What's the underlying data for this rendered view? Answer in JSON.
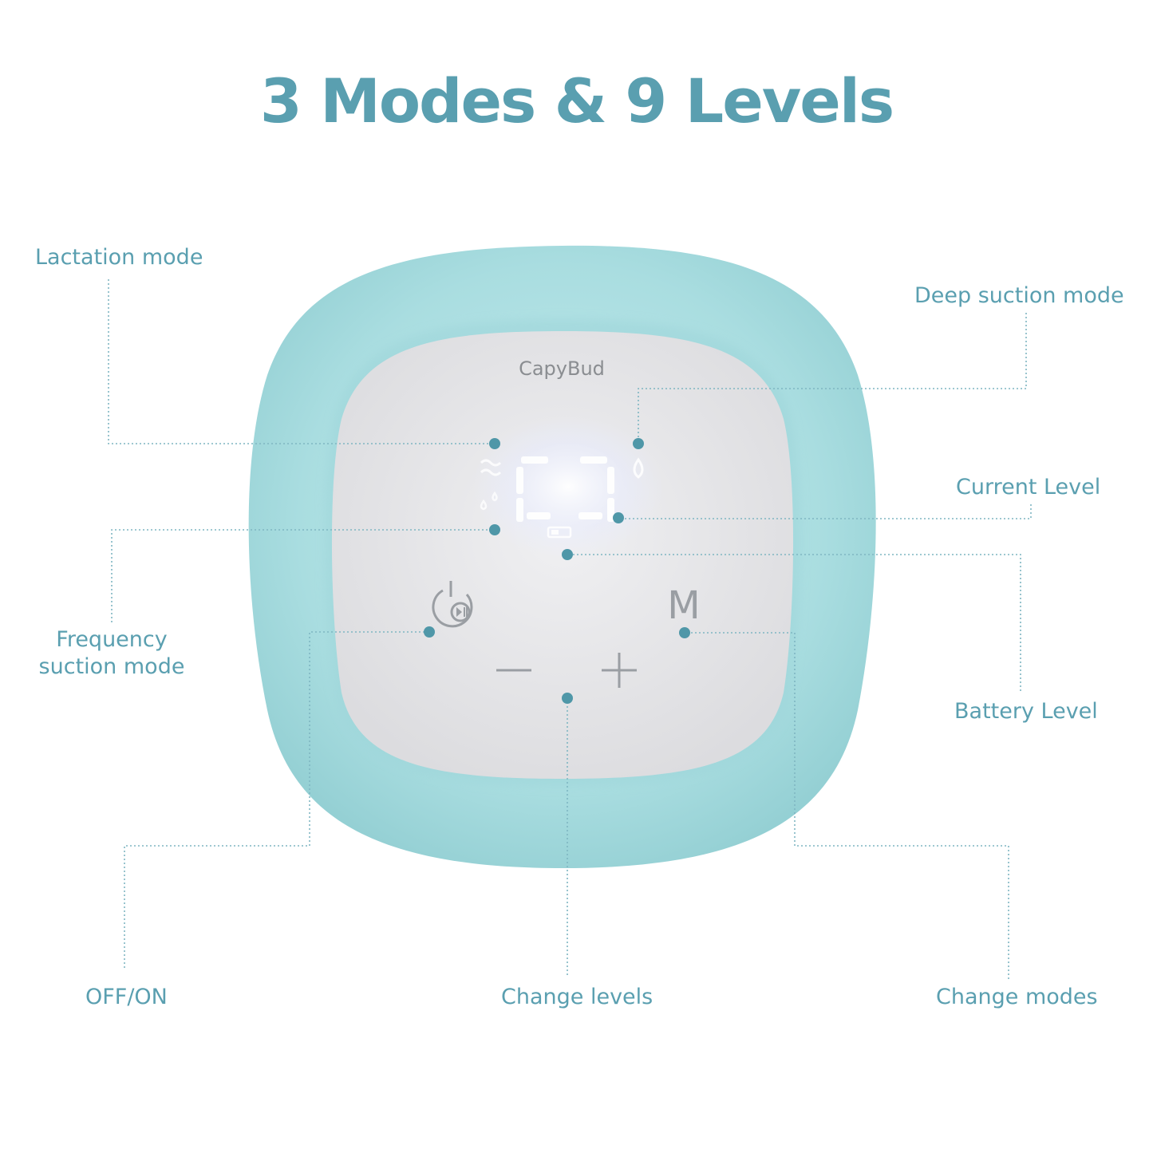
{
  "title": "3 Modes & 9 Levels",
  "brand": "CapyBud",
  "callouts": {
    "lactation_mode": "Lactation mode",
    "deep_suction_mode": "Deep suction mode",
    "current_level": "Current Level",
    "frequency_suction_mode_line1": "Frequency",
    "frequency_suction_mode_line2": "suction mode",
    "battery_level": "Battery Level",
    "off_on": "OFF/ON",
    "change_levels": "Change levels",
    "change_modes": "Change modes"
  },
  "device_keys": {
    "mode_key": "M"
  },
  "colors": {
    "accent": "#5a9fb0",
    "device_shell": "#a9dde0",
    "device_panel": "#e4e4e6",
    "key_icon": "#9a9ea3",
    "display_glow": "#ffffff"
  },
  "icons": [
    "wave-icon",
    "drops-icon",
    "drop-icon",
    "battery-icon",
    "power-play-pause-icon",
    "minus-icon",
    "plus-icon",
    "mode-m-key"
  ]
}
